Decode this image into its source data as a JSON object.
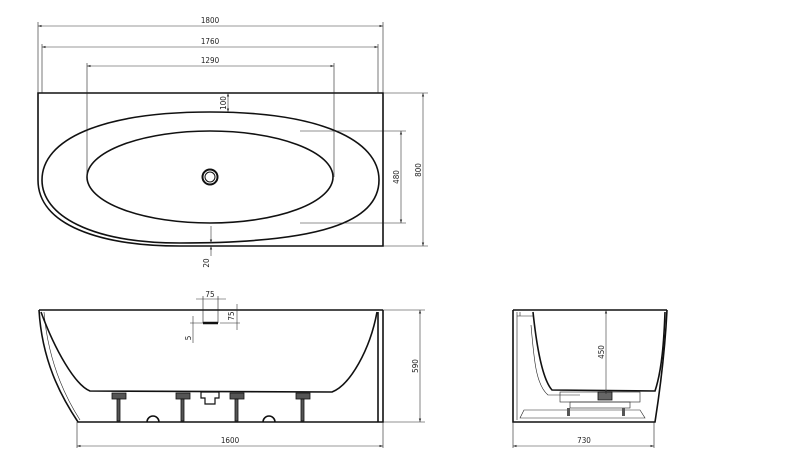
{
  "top_view": {
    "dimensions": {
      "overall_length": "1800",
      "inner_length": "1760",
      "bowl_length": "1290",
      "rim_offset": "100",
      "bowl_width": "480",
      "overall_width": "800",
      "front_offset": "20"
    }
  },
  "front_view": {
    "dimensions": {
      "overflow_width": "75",
      "overflow_height": "75",
      "overflow_slot": "5",
      "height": "590",
      "base_length": "1600"
    }
  },
  "side_view": {
    "dimensions": {
      "depth": "450",
      "base_width": "730"
    }
  }
}
